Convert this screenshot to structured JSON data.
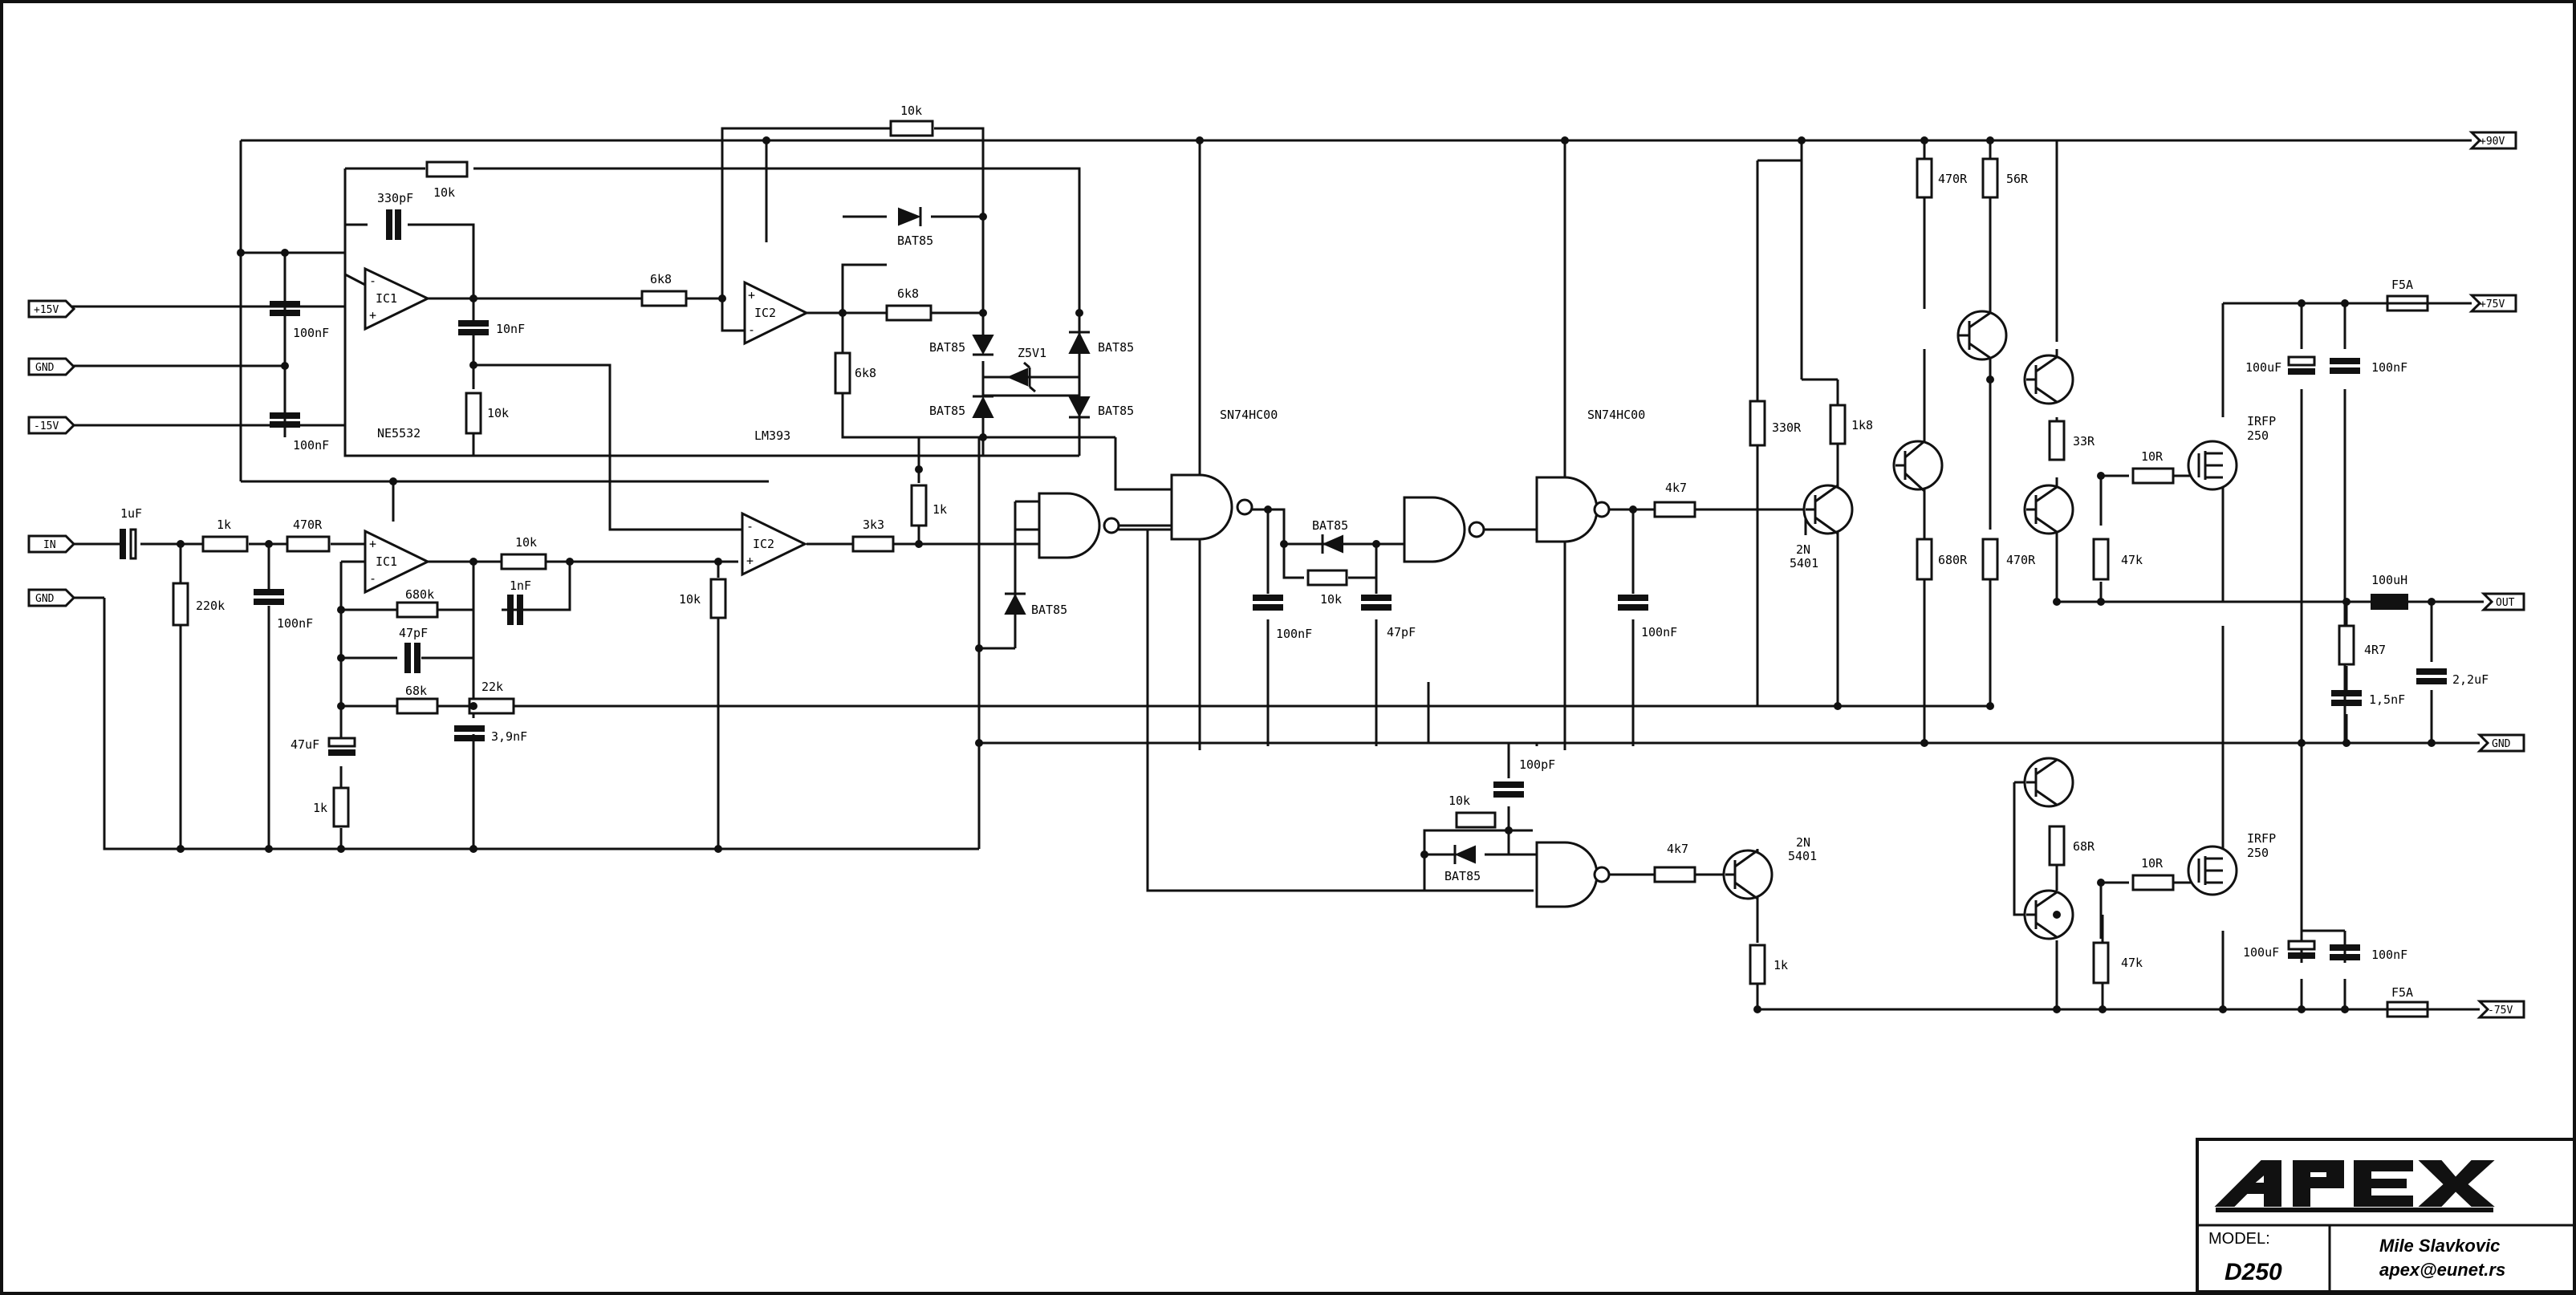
{
  "ports": {
    "p15v": "+15V",
    "gnd1": "GND",
    "m15v": "-15V",
    "in": "IN",
    "gnd2": "GND",
    "p90v": "+90V",
    "p75v": "+75V",
    "out": "OUT",
    "gnd3": "GND",
    "m75v": "-75V"
  },
  "ics": {
    "ic1a": "IC1",
    "ic1b": "IC1",
    "ic2a": "IC2",
    "ic2b": "IC2",
    "ne5532": "NE5532",
    "lm393": "LM393",
    "sn1": "SN74HC00",
    "sn2": "SN74HC00"
  },
  "components": {
    "r_10k_fb": "10k",
    "c_330pf": "330pF",
    "c_100nf_a": "100nF",
    "c_100nf_b": "100nF",
    "c_10nf": "10nF",
    "r_10k_div": "10k",
    "r_6k8_a": "6k8",
    "r_10k_top": "10k",
    "d_bat85_a": "BAT85",
    "r_6k8_b": "6k8",
    "d_bat85_b": "BAT85",
    "d_bat85_c": "BAT85",
    "z_5v1": "Z5V1",
    "d_bat85_d": "BAT85",
    "d_bat85_e": "BAT85",
    "r_6k8_c": "6k8",
    "r_1k_a": "1k",
    "r_3k3": "3k3",
    "d_bat85_f": "BAT85",
    "c_1uf": "1uF",
    "r_1k_in": "1k",
    "r_470r_in": "470R",
    "r_220k": "220k",
    "c_100nf_in": "100nF",
    "r_10k_ic1": "10k",
    "r_680k": "680k",
    "c_1nf": "1nF",
    "c_47pf_a": "47pF",
    "r_68k": "68k",
    "r_22k": "22k",
    "c_3_9nf": "3,9nF",
    "c_47uf": "47uF",
    "r_1k_b": "1k",
    "r_10k_c": "10k",
    "d_bat85_g": "BAT85",
    "r_10k_d": "10k",
    "c_47pf_b": "47pF",
    "c_100nf_c": "100nF",
    "r_4k7_a": "4k7",
    "c_100nf_d": "100nF",
    "r_330r": "330R",
    "r_1k8": "1k8",
    "q_2n5401_a": "2N",
    "q_2n5401_a2": "5401",
    "c_100pf": "100pF",
    "r_10k_e": "10k",
    "d_bat85_h": "BAT85",
    "r_4k7_b": "4k7",
    "q_2n5401_b": "2N",
    "q_2n5401_b2": "5401",
    "r_1k_c": "1k",
    "r_470r_a": "470R",
    "r_56r": "56R",
    "r_680r": "680R",
    "r_470r_b": "470R",
    "r_33r": "33R",
    "r_47k_a": "47k",
    "r_10r_a": "10R",
    "q_irfp_a": "IRFP",
    "q_irfp_a2": "250",
    "f_5a_a": "F5A",
    "c_100uf_a": "100uF",
    "c_100nf_e": "100nF",
    "l_100uh": "100uH",
    "r_4r7": "4R7",
    "c_1_5nf": "1,5nF",
    "c_2_2uf": "2,2uF",
    "r_68r": "68R",
    "r_47k_b": "47k",
    "r_10r_b": "10R",
    "q_irfp_b": "IRFP",
    "q_irfp_b2": "250",
    "c_100uf_b": "100uF",
    "c_100nf_f": "100nF",
    "f_5a_b": "F5A"
  },
  "title_block": {
    "logo": "APEX",
    "model_label": "MODEL:",
    "model": "D250",
    "author": "Mile Slavkovic",
    "email": "apex@eunet.rs"
  }
}
